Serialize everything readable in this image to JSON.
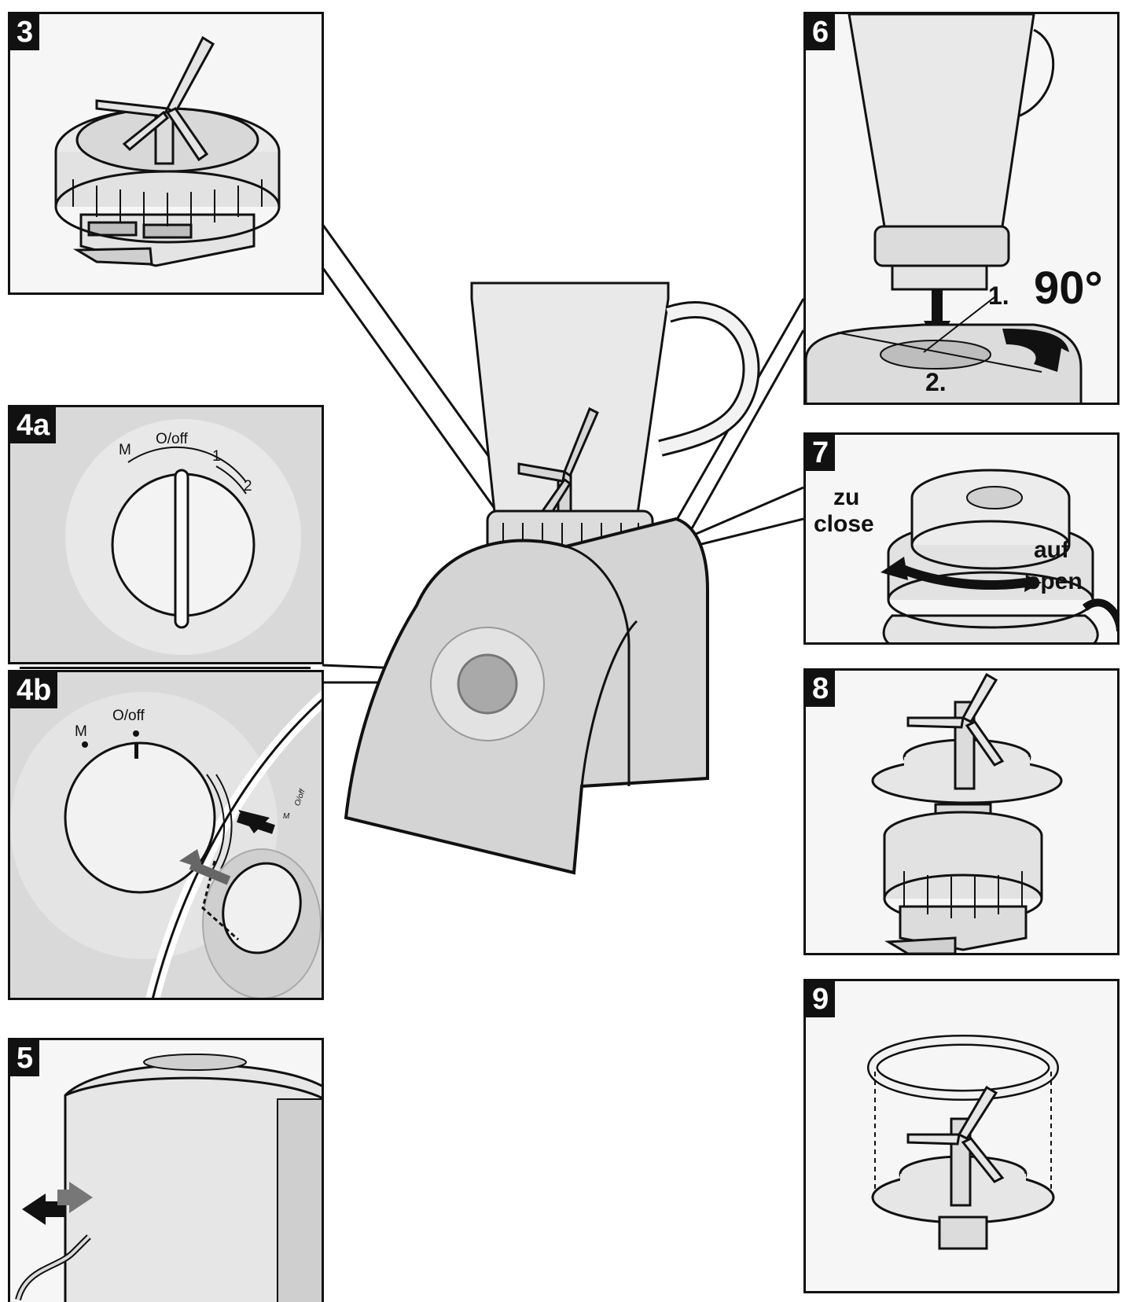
{
  "panels": {
    "p3": {
      "number": "3"
    },
    "p4a": {
      "number": "4a",
      "dial": {
        "m": "M",
        "off": "O/off",
        "one": "1",
        "two": "2"
      }
    },
    "p4b": {
      "number": "4b",
      "dial": {
        "m": "M",
        "off": "O/off"
      },
      "small_dial": {
        "m": "M",
        "off": "O/off"
      }
    },
    "p5": {
      "number": "5"
    },
    "p6": {
      "number": "6",
      "angle": "90°",
      "step1": "1.",
      "step2": "2."
    },
    "p7": {
      "number": "7",
      "close_de": "zu",
      "close_en": "close",
      "open_de": "auf",
      "open_en": "open"
    },
    "p8": {
      "number": "8"
    },
    "p9": {
      "number": "9"
    }
  }
}
